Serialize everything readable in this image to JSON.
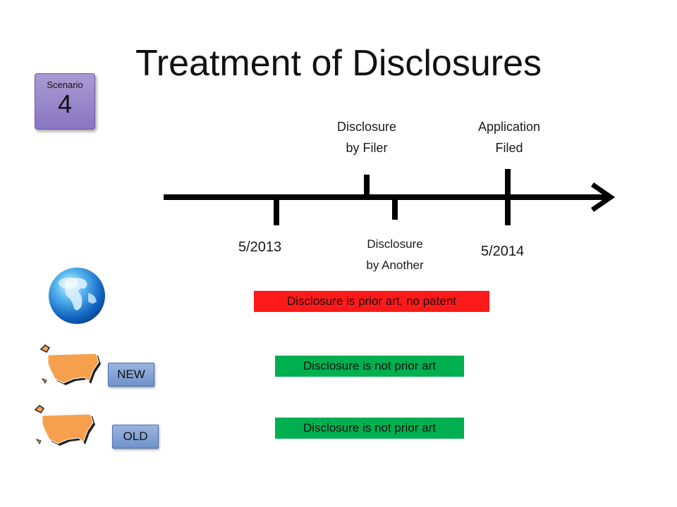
{
  "title": "Treatment of Disclosures",
  "scenario": {
    "label": "Scenario",
    "number": "4"
  },
  "timeline": {
    "above": [
      {
        "line1": "Disclosure",
        "line2": "by Filer"
      },
      {
        "line1": "Application",
        "line2": "Filed"
      }
    ],
    "below": {
      "line1": "Disclosure",
      "line2": "by Another"
    },
    "dates": [
      "5/2013",
      "5/2014"
    ]
  },
  "rows": [
    {
      "region": "globe-icon",
      "tag": "",
      "result": "Disclosure is prior art, no patent",
      "color": "#ff1a1a"
    },
    {
      "region": "usa-map-icon",
      "tag": "NEW",
      "result": "Disclosure is not prior art",
      "color": "#00b050"
    },
    {
      "region": "usa-map-icon",
      "tag": "OLD",
      "result": "Disclosure is not prior art",
      "color": "#00b050"
    }
  ]
}
